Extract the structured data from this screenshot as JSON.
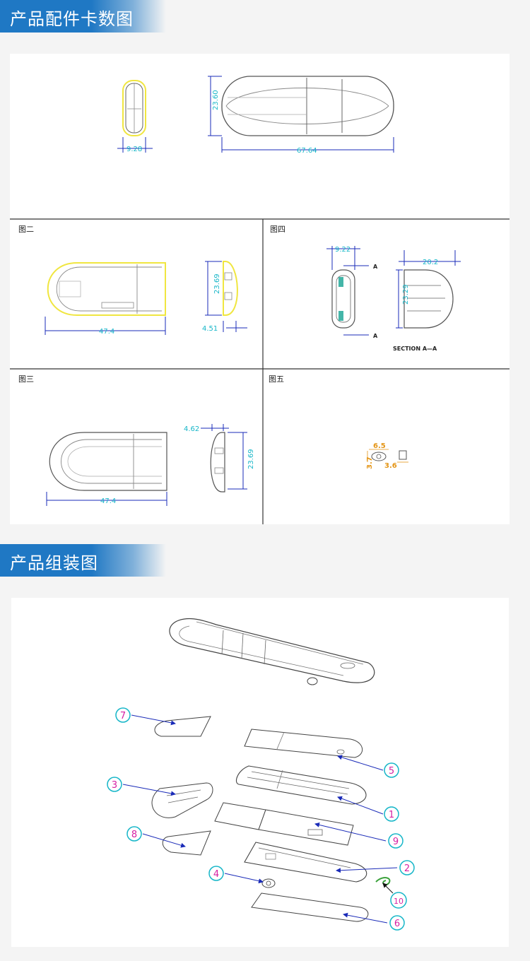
{
  "sections": {
    "parts_title": "产品配件卡数图",
    "assembly_title": "产品组装图"
  },
  "views": {
    "fig2": "图二",
    "fig3": "图三",
    "fig4": "图四",
    "fig5": "图五"
  },
  "dimensions": {
    "top_width": "9.28",
    "top_height": "23.60",
    "top_length": "67.64",
    "fig2_length": "47.4",
    "fig2_height": "23.69",
    "fig2_depth": "4.51",
    "fig4_width": "9.22",
    "fig4_height": "23.29",
    "fig4_depth": "20.2",
    "fig4_section_mark": "A",
    "fig4_section": "SECTION A—A",
    "fig3_length": "47.4",
    "fig3_depth": "4.62",
    "fig3_height": "23.69",
    "fig5_w": "6.5",
    "fig5_h": "3.7",
    "fig5_d": "3.6"
  },
  "callouts": [
    "7",
    "5",
    "3",
    "1",
    "8",
    "9",
    "4",
    "2",
    "10",
    "6"
  ],
  "colors": {
    "banner": "#1f78c4",
    "dimension": "#16b6c8",
    "leader": "#1a2bb8",
    "callout": "#d61fa3",
    "highlight": "#f0e640"
  }
}
